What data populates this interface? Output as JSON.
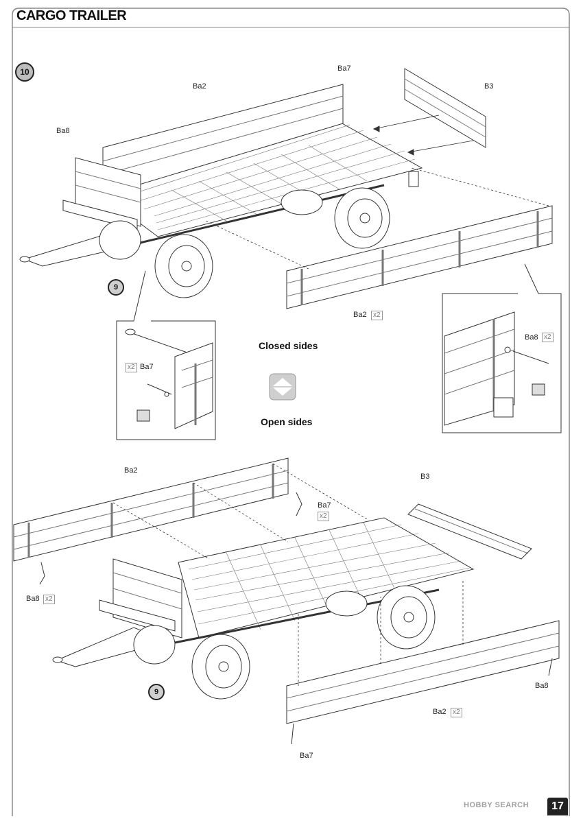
{
  "header": {
    "title": "CARGO TRAILER"
  },
  "step": {
    "number": "10"
  },
  "modes": {
    "closed": "Closed sides",
    "open": "Open sides"
  },
  "parts": {
    "ba2": "Ba2",
    "ba7": "Ba7",
    "ba8": "Ba8",
    "b3": "B3",
    "qty_x2": "x2"
  },
  "sub_step": "9",
  "footer": {
    "page_number": "17",
    "watermark": "HOBBY SEARCH"
  },
  "colors": {
    "line": "#333333",
    "accent": "#bdbdbd",
    "page_border": "#888888"
  }
}
